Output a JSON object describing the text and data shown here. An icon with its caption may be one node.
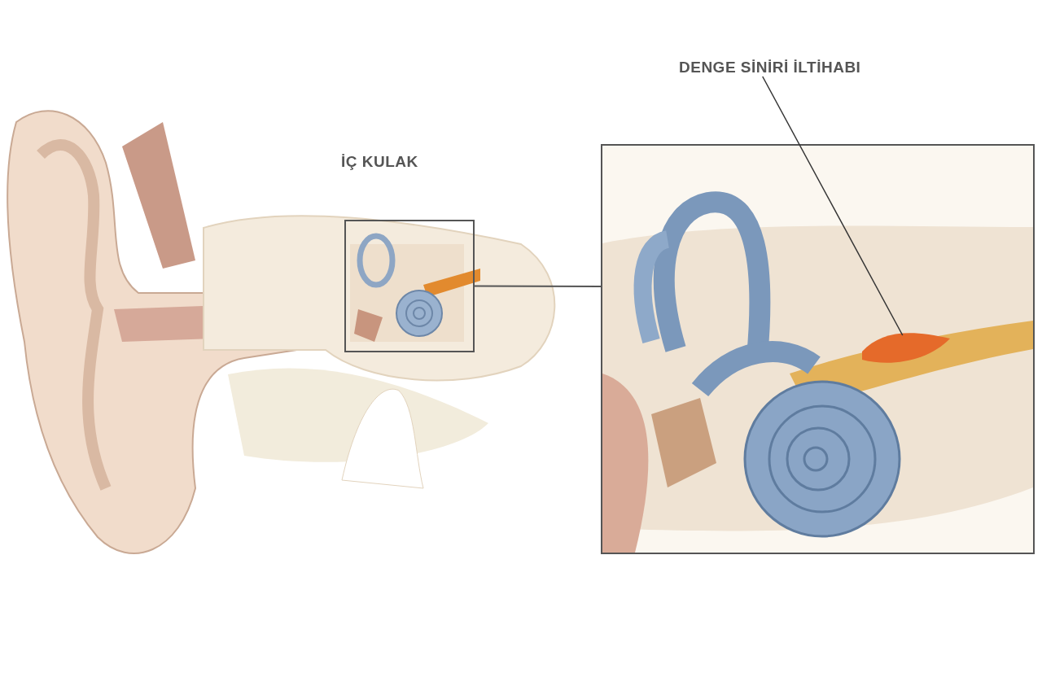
{
  "diagram": {
    "nodes": [
      {
        "text": [
          "İÇ KULAK"
        ]
      },
      {
        "text": [],
        "shape": "box"
      },
      {
        "text": [
          "DENGE SİNİRİ İLTİHABI"
        ]
      },
      {
        "text": [],
        "shape": "picture",
        "in": 1
      }
    ],
    "edges": [
      {
        "from": 0,
        "to": 1,
        "arrow": "none"
      },
      {
        "from": 2,
        "to": 3,
        "arrow": "none"
      }
    ]
  }
}
